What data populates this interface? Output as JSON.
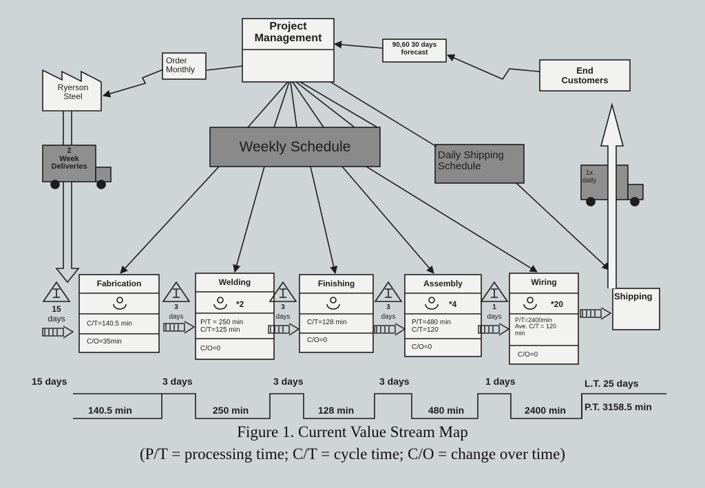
{
  "project_management": "Project\nManagement",
  "supplier": "Ryerson\nSteel",
  "order": "Order\nMonthly",
  "forecast": "90,60 30 days\nforecast",
  "customer": "End\nCustomers",
  "weekly_schedule": "Weekly Schedule",
  "daily_shipping": "Daily Shipping\nSchedule",
  "supplier_truck": "2\nWeek\nDeliveries",
  "customer_truck": "1x\ndaily",
  "shipping": "Shipping",
  "processes": [
    {
      "name": "Fabrication",
      "operators": "",
      "data": "C/T=140.5 min",
      "co": "C/O=35min"
    },
    {
      "name": "Welding",
      "operators": "*2",
      "data": "P/T = 250 min\nC/T=125 min",
      "co": "C/O=0"
    },
    {
      "name": "Finishing",
      "operators": "",
      "data": "C/T=128 min",
      "co": "C/O=0"
    },
    {
      "name": "Assembly",
      "operators": "*4",
      "data": "P/T=480 min\nC/T=120",
      "co": "C/O=0"
    },
    {
      "name": "Wiring",
      "operators": "*20",
      "data": "P/T=2400min\nAve. C/T = 120\nmin",
      "co": "C/O=0"
    }
  ],
  "inventory": [
    {
      "value": "15",
      "unit": "days"
    },
    {
      "value": "3",
      "unit": "days"
    },
    {
      "value": "3",
      "unit": "days"
    },
    {
      "value": "3",
      "unit": "days"
    },
    {
      "value": "1",
      "unit": "days"
    }
  ],
  "timeline": {
    "waits": [
      "15 days",
      "3 days",
      "3 days",
      "3 days",
      "1 days"
    ],
    "process_times": [
      "140.5 min",
      "250 min",
      "128 min",
      "480 min",
      "2400 min"
    ],
    "lead_time": "L.T.  25 days",
    "process_time_total": "P.T. 3158.5 min"
  },
  "caption": {
    "title": "Figure 1. Current Value Stream Map",
    "subtitle": "(P/T = processing time; C/T = cycle time; C/O = change over time)"
  },
  "colors": {
    "background": "#cfd4d7",
    "box_fill": "#f2f2f0",
    "schedule_fill": "#8a8a8a",
    "ink": "#1d1d1f"
  }
}
